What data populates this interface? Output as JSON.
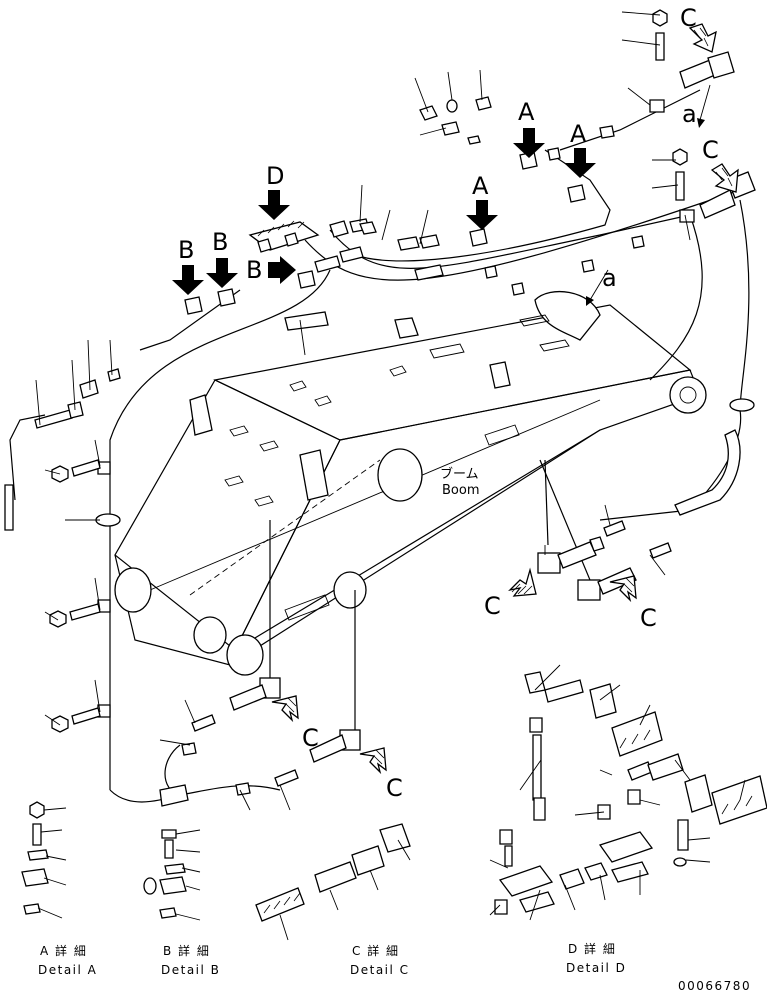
{
  "callouts": {
    "view_a": "A",
    "view_b": "B",
    "view_c": "C",
    "view_d": "D",
    "pipe_a": "a"
  },
  "boom_label": {
    "jp": "ブーム",
    "en": "Boom"
  },
  "details": [
    {
      "jp": "A 詳 細",
      "en": "Detail A"
    },
    {
      "jp": "B 詳 細",
      "en": "Detail B"
    },
    {
      "jp": "C 詳 細",
      "en": "Detail C"
    },
    {
      "jp": "D 詳 細",
      "en": "Detail D"
    }
  ],
  "drawing_number": "00066780",
  "icons": {
    "view_arrow": "solid-down-arrow",
    "flow_arrow": "hatched-arrow"
  }
}
